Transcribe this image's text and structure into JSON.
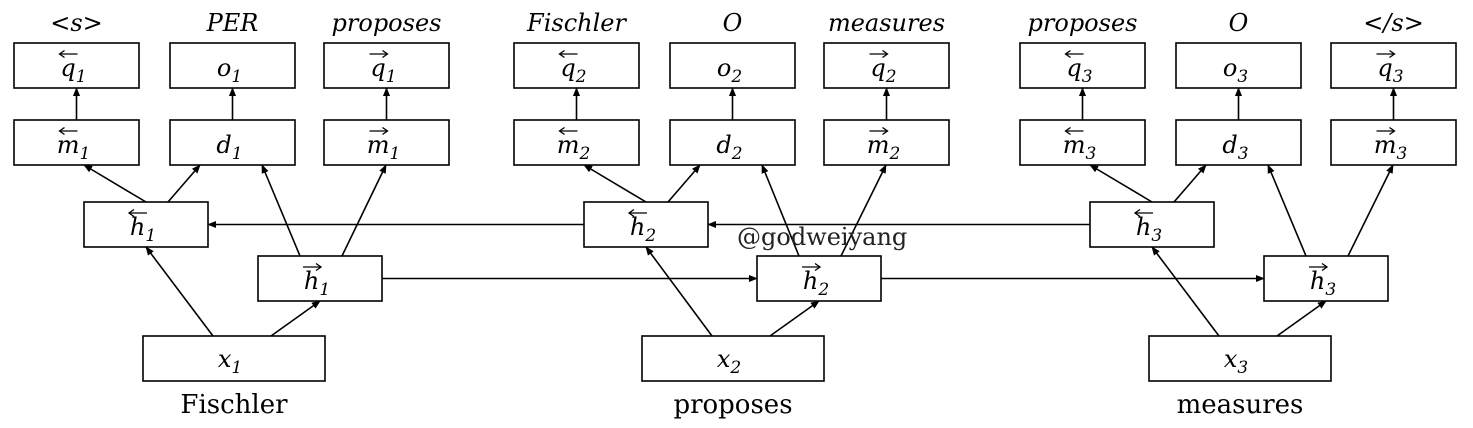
{
  "inputs": [
    {
      "var": "x",
      "index": "1",
      "word": "Fischler"
    },
    {
      "var": "x",
      "index": "2",
      "word": "proposes"
    },
    {
      "var": "x",
      "index": "3",
      "word": "measures"
    }
  ],
  "output_labels": [
    "<s>",
    "PER",
    "proposes",
    "Fischler",
    "O",
    "measures",
    "proposes",
    "O",
    "</s>"
  ],
  "watermark": "@godweiyang",
  "symbols": {
    "q": "q",
    "o": "o",
    "m": "m",
    "d": "d",
    "h": "h"
  }
}
